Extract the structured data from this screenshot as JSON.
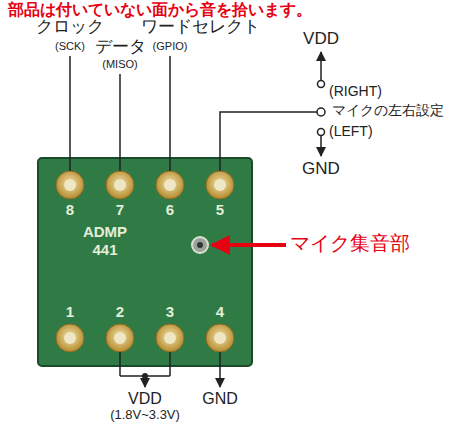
{
  "diagram": {
    "labels": [
      "部品は付いていない面から音を拾います。",
      "クロック",
      "ワードセレクト",
      "VDD",
      "(SCK)",
      "データ",
      "(GPIO)",
      "(MISO)",
      "(RIGHT)",
      "マイクの左右設定",
      "(LEFT)",
      "GND",
      "8",
      "7",
      "6",
      "5",
      "ADMP",
      "441",
      "マイク集音部",
      "1",
      "2",
      "3",
      "4",
      "VDD",
      "GND",
      "(1.8V~3.3V)"
    ]
  }
}
